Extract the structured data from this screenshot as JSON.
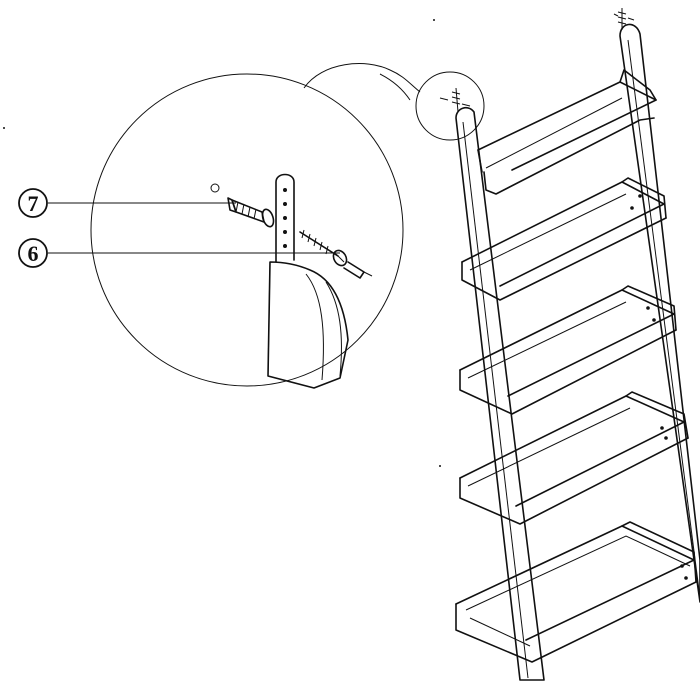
{
  "callouts": [
    {
      "id": "part-7",
      "label": "7"
    },
    {
      "id": "part-6",
      "label": "6"
    }
  ],
  "colors": {
    "ink": "#111111",
    "paper": "#ffffff"
  }
}
